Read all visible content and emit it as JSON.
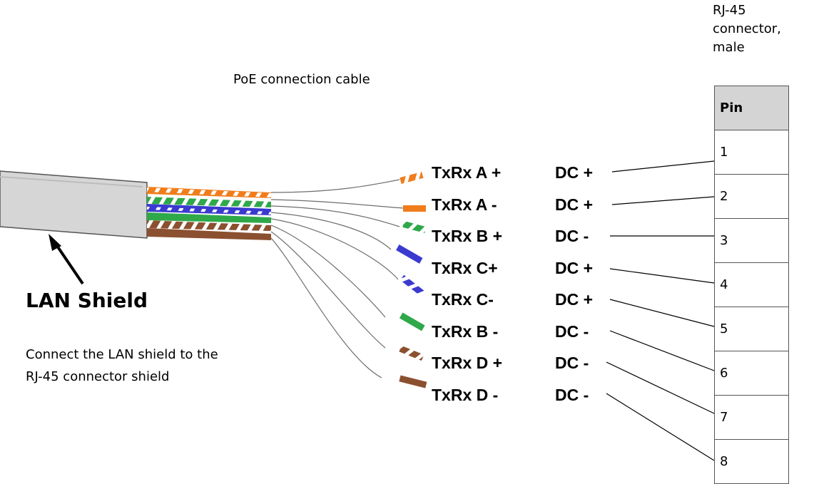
{
  "connector_title": [
    "RJ-45",
    "connector,",
    "male"
  ],
  "cable_title": "PoE connection cable",
  "shield_label": "LAN Shield",
  "shield_note": [
    "Connect the LAN shield to the",
    "RJ-45 connector shield"
  ],
  "pin_header": "Pin",
  "wires": [
    {
      "signal": "TxRx A +",
      "power": "DC +",
      "pin": "1",
      "color": "#f07d1c",
      "striped": true
    },
    {
      "signal": "TxRx A -",
      "power": "DC +",
      "pin": "2",
      "color": "#f07d1c",
      "striped": false
    },
    {
      "signal": "TxRx B +",
      "power": "DC -",
      "pin": "3",
      "color": "#2fa84a",
      "striped": true
    },
    {
      "signal": "TxRx C+",
      "power": "DC +",
      "pin": "4",
      "color": "#3a3ad0",
      "striped": false
    },
    {
      "signal": "TxRx C-",
      "power": "DC +",
      "pin": "5",
      "color": "#3a3ad0",
      "striped": true
    },
    {
      "signal": "TxRx B -",
      "power": "DC -",
      "pin": "6",
      "color": "#2fa84a",
      "striped": false
    },
    {
      "signal": "TxRx D +",
      "power": "DC -",
      "pin": "7",
      "color": "#8b5030",
      "striped": true
    },
    {
      "signal": "TxRx D -",
      "power": "DC -",
      "pin": "8",
      "color": "#8b5030",
      "striped": false
    }
  ],
  "colors": {
    "cable_jacket": "#d6d6d6",
    "table_header": "#d4d4d4"
  }
}
